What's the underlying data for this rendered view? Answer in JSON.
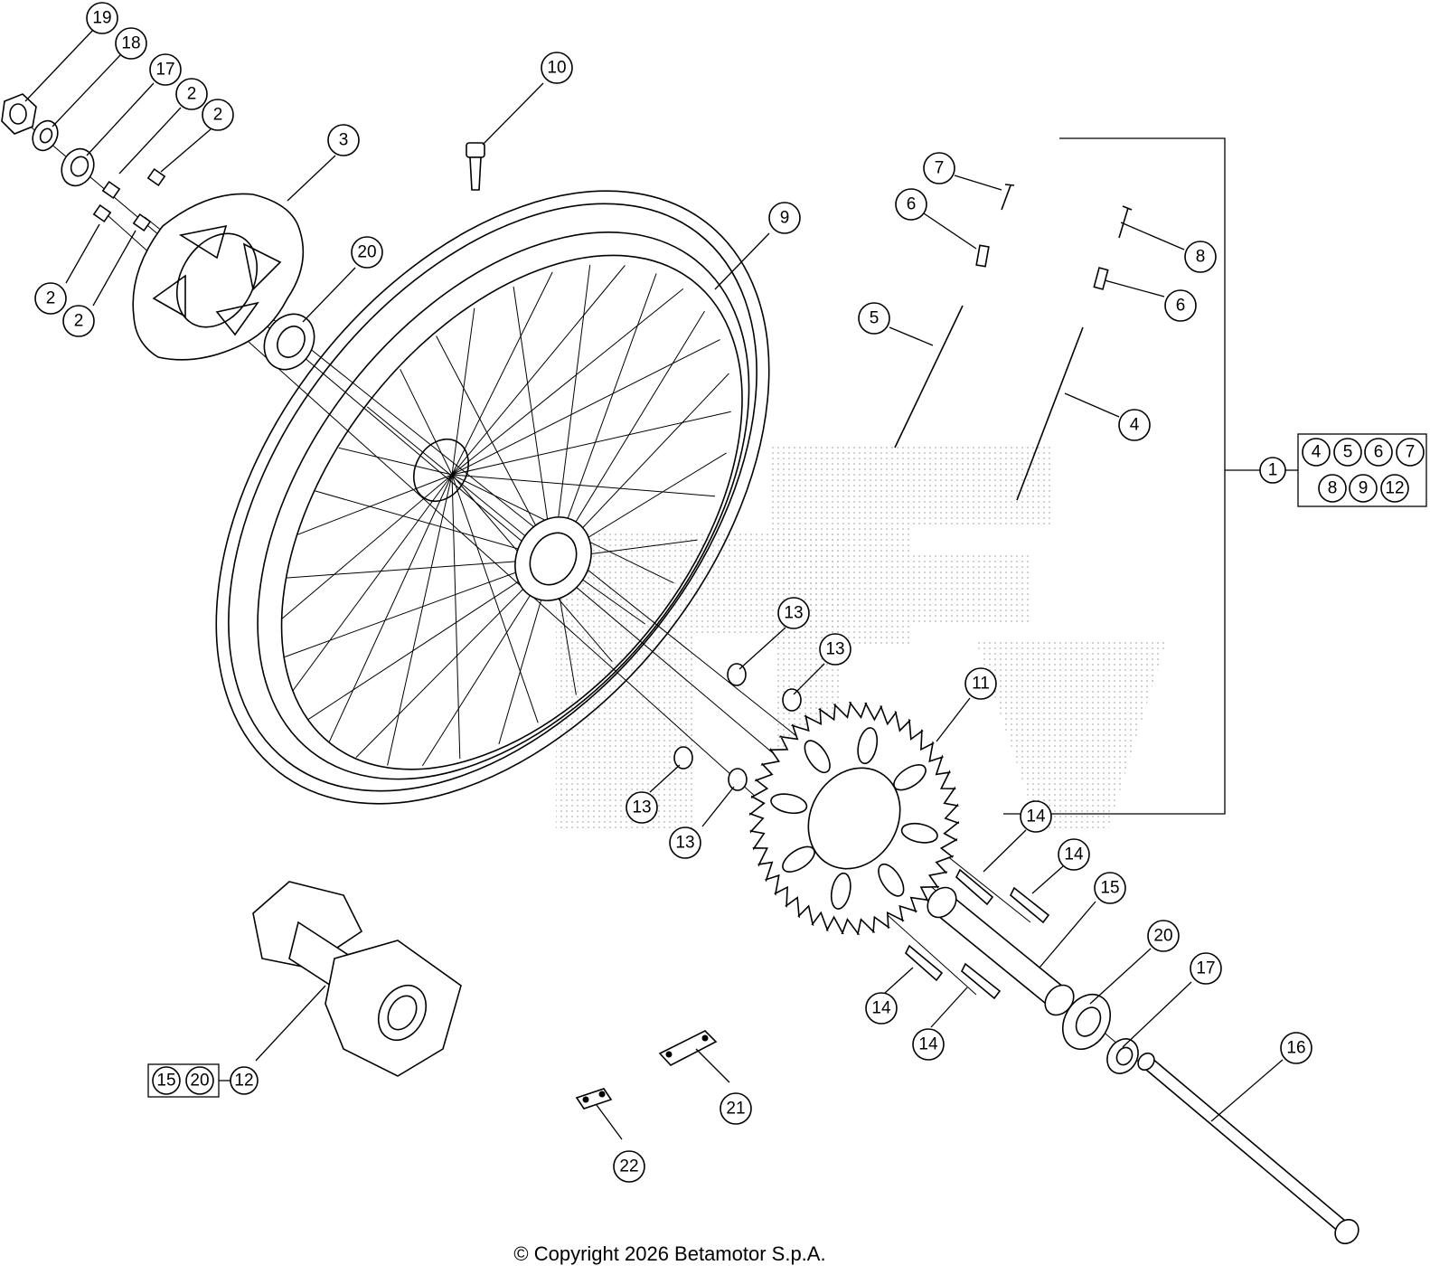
{
  "callouts": [
    {
      "label": "19"
    },
    {
      "label": "18"
    },
    {
      "label": "17"
    },
    {
      "label": "2"
    },
    {
      "label": "2"
    },
    {
      "label": "2"
    },
    {
      "label": "2"
    },
    {
      "label": "3"
    },
    {
      "label": "20"
    },
    {
      "label": "10"
    },
    {
      "label": "9"
    },
    {
      "label": "7"
    },
    {
      "label": "6"
    },
    {
      "label": "8"
    },
    {
      "label": "6"
    },
    {
      "label": "5"
    },
    {
      "label": "4"
    },
    {
      "label": "1"
    },
    {
      "label": "13"
    },
    {
      "label": "13"
    },
    {
      "label": "11"
    },
    {
      "label": "13"
    },
    {
      "label": "13"
    },
    {
      "label": "14"
    },
    {
      "label": "14"
    },
    {
      "label": "15"
    },
    {
      "label": "20"
    },
    {
      "label": "17"
    },
    {
      "label": "14"
    },
    {
      "label": "14"
    },
    {
      "label": "16"
    },
    {
      "label": "12"
    },
    {
      "label": "21"
    },
    {
      "label": "22"
    }
  ],
  "kit_groups": {
    "kit_1": [
      "4",
      "5",
      "6",
      "7",
      "8",
      "9",
      "12"
    ],
    "kit_12": [
      "15",
      "20"
    ]
  },
  "copyright": "© Copyright 2026 Betamotor S.p.A."
}
